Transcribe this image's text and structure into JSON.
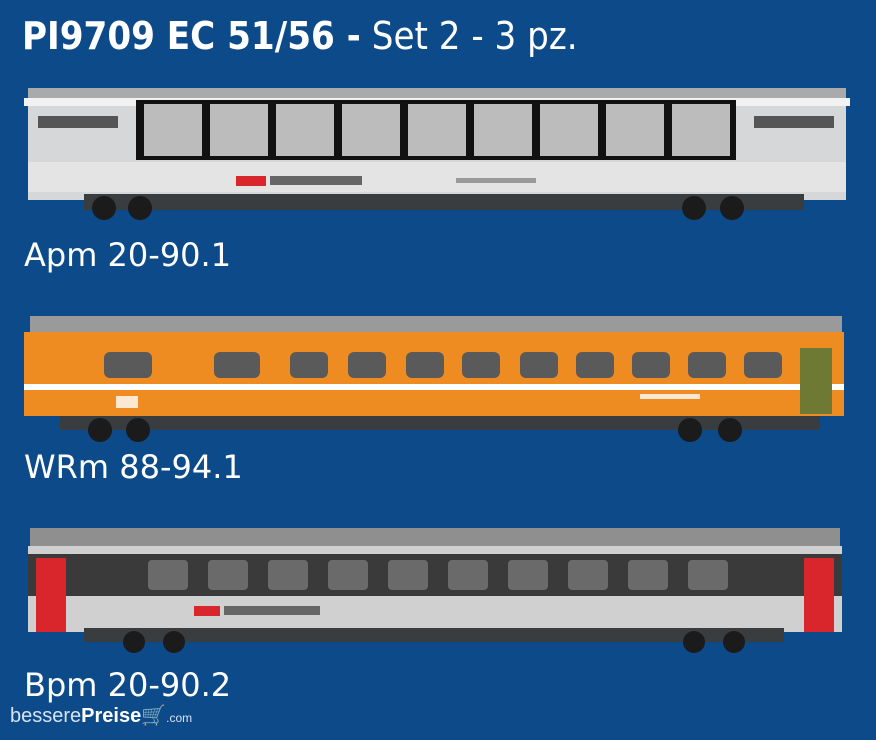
{
  "header": {
    "title_bold": "PI9709 EC 51/56 -",
    "title_rest": " Set 2 - 3 pz."
  },
  "coaches": [
    {
      "caption": "Apm 20-90.1",
      "livery": "panorama",
      "colors": {
        "body": "#d9dadb",
        "window": "#bdbdbd",
        "roof": "#8c8c8c"
      }
    },
    {
      "caption": "WRm 88-94.1",
      "livery": "orange",
      "colors": {
        "body": "#ee8c22",
        "stripe": "#ffffff",
        "door": "#6e7a34"
      }
    },
    {
      "caption": "Bpm 20-90.2",
      "livery": "grey",
      "colors": {
        "body": "#d0d0d0",
        "band": "#3a3a3a",
        "door": "#d8262c"
      }
    }
  ],
  "watermark": {
    "part1": "bessere",
    "part2": "Preise",
    "tld": ".com"
  }
}
